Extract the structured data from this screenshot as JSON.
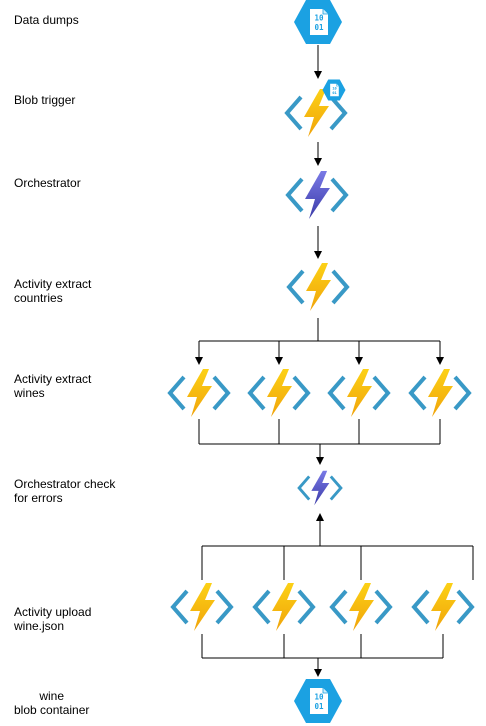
{
  "labels": {
    "data_dumps": "Data dumps",
    "blob_trigger": "Blob trigger",
    "orchestrator": "Orchestrator",
    "activity_extract_countries": "Activity extract\ncountries",
    "activity_extract_wines": "Activity extract\nwines",
    "orchestrator_check": "Orchestrator check\n for errors",
    "activity_upload": "Activity upload\n wine.json",
    "blob_container": "wine\nblob container"
  },
  "blob_text": "10\n01",
  "colors": {
    "blob_hex": "#1ba1e2",
    "bolt_yellow": "#fcd116",
    "bolt_yellow_dark": "#f0a30a",
    "bolt_purple": "#5c5ccf",
    "bracket_blue": "#3999c6",
    "line": "#000000"
  },
  "icons": [
    "blob-storage-icon",
    "function-app-icon",
    "durable-function-icon"
  ]
}
